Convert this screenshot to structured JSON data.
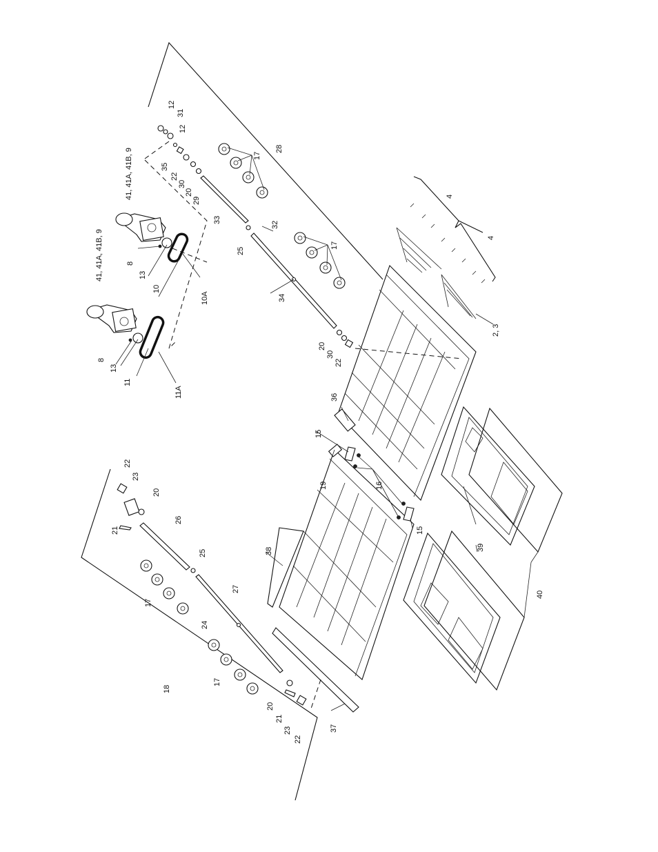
{
  "callouts": [
    {
      "id": "c41a",
      "text": "41, 41A, 41B, 9"
    },
    {
      "id": "c41b",
      "text": "41, 41A, 41B, 9"
    },
    {
      "id": "c8a",
      "text": "8"
    },
    {
      "id": "c8b",
      "text": "8"
    },
    {
      "id": "c13a",
      "text": "13"
    },
    {
      "id": "c13b",
      "text": "13"
    },
    {
      "id": "c10",
      "text": "10"
    },
    {
      "id": "c10A",
      "text": "10A"
    },
    {
      "id": "c11",
      "text": "11"
    },
    {
      "id": "c11A",
      "text": "11A"
    },
    {
      "id": "c12a",
      "text": "12"
    },
    {
      "id": "c31",
      "text": "31"
    },
    {
      "id": "c12b",
      "text": "12"
    },
    {
      "id": "c35",
      "text": "35"
    },
    {
      "id": "c22a",
      "text": "22"
    },
    {
      "id": "c30a",
      "text": "30"
    },
    {
      "id": "c20a",
      "text": "20"
    },
    {
      "id": "c29",
      "text": "29"
    },
    {
      "id": "c33",
      "text": "33"
    },
    {
      "id": "c32",
      "text": "32"
    },
    {
      "id": "c25a",
      "text": "25"
    },
    {
      "id": "c34",
      "text": "34"
    },
    {
      "id": "c28",
      "text": "28"
    },
    {
      "id": "c17a",
      "text": "17"
    },
    {
      "id": "c17b",
      "text": "17"
    },
    {
      "id": "c4a",
      "text": "4"
    },
    {
      "id": "c4b",
      "text": "4"
    },
    {
      "id": "c23",
      "text": "2, 3"
    },
    {
      "id": "c20b",
      "text": "20"
    },
    {
      "id": "c30b",
      "text": "30"
    },
    {
      "id": "c22b",
      "text": "22"
    },
    {
      "id": "c36",
      "text": "36"
    },
    {
      "id": "c15a",
      "text": "15"
    },
    {
      "id": "c16",
      "text": "16"
    },
    {
      "id": "c15b",
      "text": "15"
    },
    {
      "id": "c19",
      "text": "19"
    },
    {
      "id": "c39",
      "text": "39"
    },
    {
      "id": "c40",
      "text": "40"
    },
    {
      "id": "c38",
      "text": "38"
    },
    {
      "id": "c37",
      "text": "37"
    },
    {
      "id": "c22c",
      "text": "22"
    },
    {
      "id": "c23a",
      "text": "23"
    },
    {
      "id": "c20c",
      "text": "20"
    },
    {
      "id": "c21a",
      "text": "21"
    },
    {
      "id": "c26",
      "text": "26"
    },
    {
      "id": "c25b",
      "text": "25"
    },
    {
      "id": "c27",
      "text": "27"
    },
    {
      "id": "c24",
      "text": "24"
    },
    {
      "id": "c17c",
      "text": "17"
    },
    {
      "id": "c17d",
      "text": "17"
    },
    {
      "id": "c18",
      "text": "18"
    },
    {
      "id": "c20d",
      "text": "20"
    },
    {
      "id": "c21b",
      "text": "21"
    },
    {
      "id": "c23b",
      "text": "23"
    },
    {
      "id": "c22d",
      "text": "22"
    }
  ]
}
